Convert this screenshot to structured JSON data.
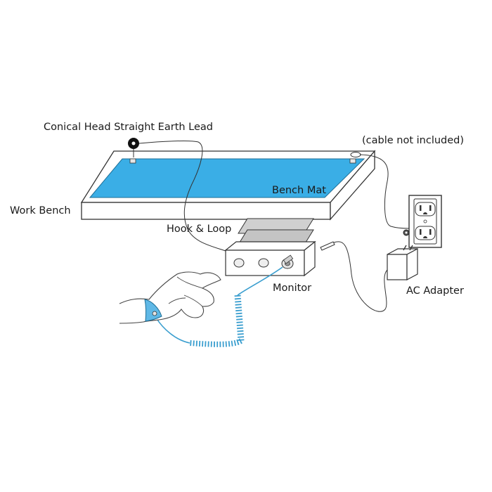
{
  "labels": {
    "earth_lead": "Conical Head Straight Earth Lead",
    "cable_note": "(cable not included)",
    "bench_mat": "Bench Mat",
    "work_bench": "Work Bench",
    "hook_loop": "Hook & Loop",
    "monitor": "Monitor",
    "ac_adapter": "AC Adapter"
  },
  "colors": {
    "mat": "#3aaee6",
    "coil_cord": "#3a9ecf",
    "outline": "#333333",
    "panel_gray": "#c8c8c8"
  }
}
